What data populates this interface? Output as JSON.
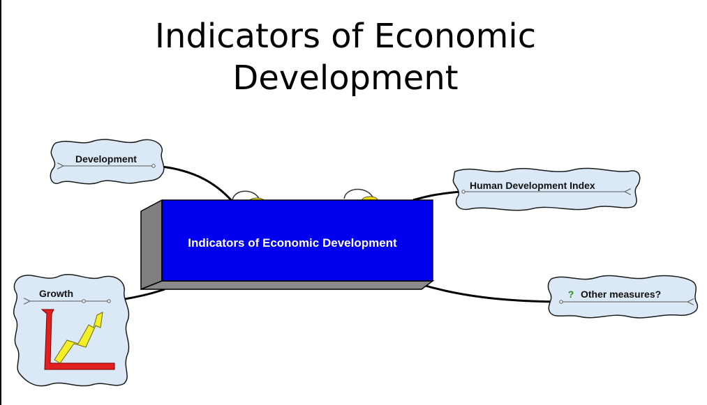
{
  "slide": {
    "title_line_1": "Indicators of Economic",
    "title_line_2": "Development"
  },
  "central_topic": {
    "label": "Indicators of Economic Development",
    "color": "#0000ee"
  },
  "topics": {
    "development": {
      "label": "Development"
    },
    "hdi": {
      "label": "Human Development Index"
    },
    "growth": {
      "label": "Growth"
    },
    "other": {
      "label": "Other measures?",
      "icon": "question-mark-icon"
    }
  },
  "colors": {
    "cloud_fill": "#dbe9f7",
    "cloud_stroke": "#1a1a1a",
    "box_side": "#808080",
    "lamp": "#f2e100",
    "growth_axes": "#e02020",
    "growth_arrow": "#f5ef2a",
    "question_icon": "#2e8b22"
  }
}
